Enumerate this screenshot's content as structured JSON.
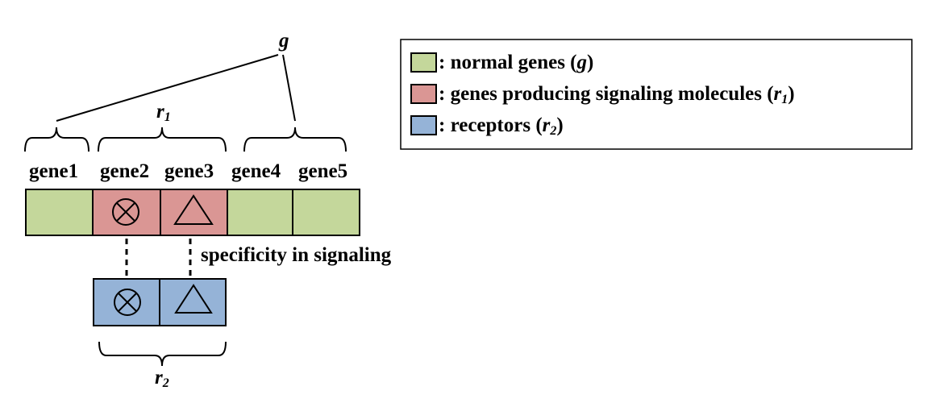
{
  "colors": {
    "normal": "#c4d79b",
    "signal": "#da9694",
    "receptor": "#95b3d7",
    "stroke": "#000000"
  },
  "labels": {
    "g": "g",
    "r1_base": "r",
    "r1_sub": "1",
    "r2_base": "r",
    "r2_sub": "2",
    "specificity": "specificity in signaling"
  },
  "genes": [
    {
      "name": "gene1",
      "type": "normal",
      "symbol": ""
    },
    {
      "name": "gene2",
      "type": "signal",
      "symbol": "otimes-icon"
    },
    {
      "name": "gene3",
      "type": "signal",
      "symbol": "triangle-icon"
    },
    {
      "name": "gene4",
      "type": "normal",
      "symbol": ""
    },
    {
      "name": "gene5",
      "type": "normal",
      "symbol": ""
    }
  ],
  "receptors": [
    {
      "symbol": "otimes-icon"
    },
    {
      "symbol": "triangle-icon"
    }
  ],
  "legend": {
    "items": [
      {
        "type": "normal",
        "text": ": normal genes (",
        "var": "g",
        "sub": "",
        "close": ")"
      },
      {
        "type": "signal",
        "text": ": genes producing signaling molecules (",
        "var": "r",
        "sub": "1",
        "close": ")"
      },
      {
        "type": "receptor",
        "text": ": receptors (",
        "var": "r",
        "sub": "2",
        "close": ")"
      }
    ]
  }
}
